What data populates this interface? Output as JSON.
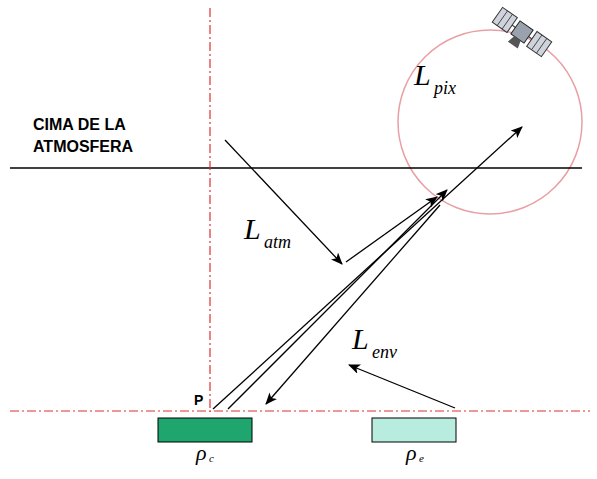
{
  "diagram": {
    "labels": [
      "CIMA DE LA ATMOSFERA",
      "L",
      "pix",
      "L",
      "atm",
      "L",
      "env",
      "P",
      "ρ",
      "c",
      "ρ",
      "e"
    ]
  }
}
